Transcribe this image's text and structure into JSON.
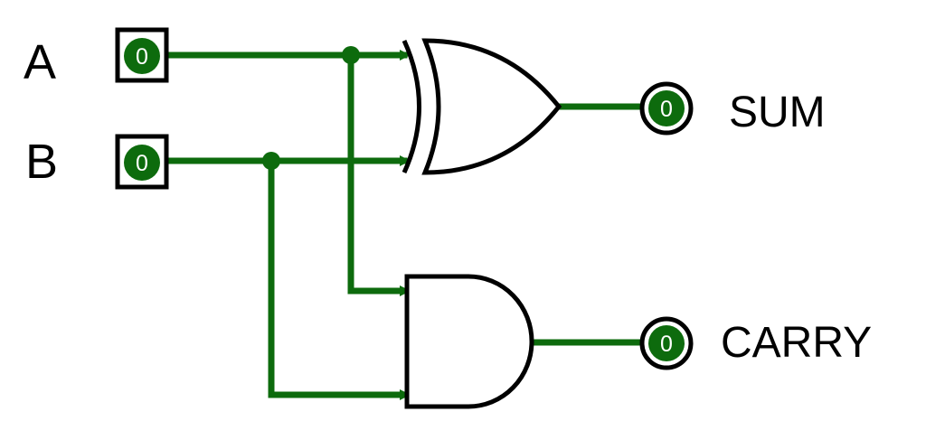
{
  "circuit": {
    "title": "",
    "inputs": [
      {
        "id": "A",
        "label": "A",
        "value": "0"
      },
      {
        "id": "B",
        "label": "B",
        "value": "0"
      }
    ],
    "gates": [
      {
        "id": "xor1",
        "type": "XOR",
        "inputs": [
          "A",
          "B"
        ],
        "output": "SUM"
      },
      {
        "id": "and1",
        "type": "AND",
        "inputs": [
          "A",
          "B"
        ],
        "output": "CARRY"
      }
    ],
    "outputs": [
      {
        "id": "SUM",
        "label": "SUM",
        "value": "0"
      },
      {
        "id": "CARRY",
        "label": "CARRY",
        "value": "0"
      }
    ],
    "colors": {
      "wire": "#0d6b0d",
      "led": "#0d6b0d",
      "gate_stroke": "#000000",
      "background": "#ffffff"
    }
  }
}
